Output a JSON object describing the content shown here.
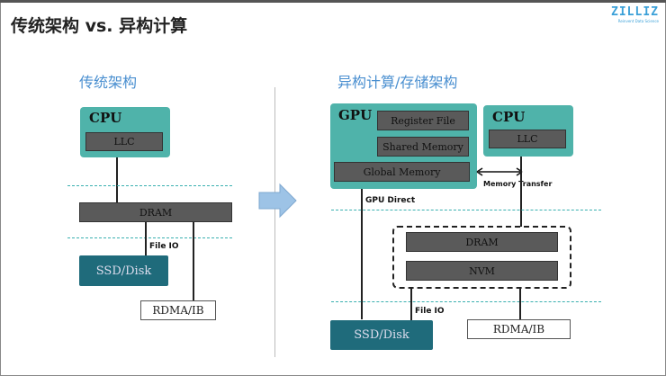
{
  "title": "传统架构 vs. 异构计算",
  "logo": {
    "name": "ZILLIZ",
    "tagline": "Reinvent Data Science"
  },
  "left": {
    "heading": "传统架构",
    "cpu": "CPU",
    "llc": "LLC",
    "dram": "DRAM",
    "file_io": "File IO",
    "ssd": "SSD/Disk",
    "rdma": "RDMA/IB"
  },
  "right": {
    "heading": "异构计算/存储架构",
    "gpu": "GPU",
    "register_file": "Register File",
    "shared_memory": "Shared Memory",
    "global_memory": "Global Memory",
    "cpu": "CPU",
    "llc": "LLC",
    "memory_transfer": "Memory Transfer",
    "gpu_direct": "GPU Direct",
    "dram": "DRAM",
    "nvm": "NVM",
    "file_io": "File IO",
    "ssd": "SSD/Disk",
    "rdma": "RDMA/IB"
  },
  "colors": {
    "teal": "#4fb3aa",
    "dark_teal": "#1f6b7b",
    "gray_box": "#5a5a5a",
    "heading": "#4a8fd0"
  }
}
